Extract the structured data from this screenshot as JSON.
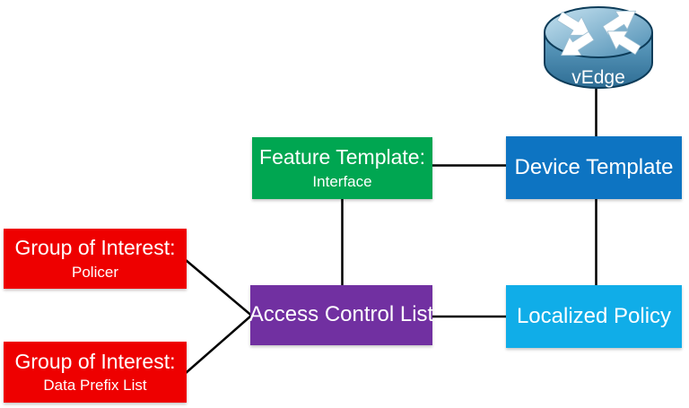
{
  "diagram": {
    "background": "#ffffff",
    "nodes": {
      "vedge": {
        "label": "vEdge",
        "icon": "router-icon"
      },
      "feature_template": {
        "title": "Feature Template:",
        "subtitle": "Interface",
        "color": "#00A651"
      },
      "device_template": {
        "title": "Device Template",
        "color": "#0D74C2"
      },
      "group_policer": {
        "title": "Group of Interest:",
        "subtitle": "Policer",
        "color": "#EE0000"
      },
      "group_data_prefix": {
        "title": "Group of Interest:",
        "subtitle": "Data Prefix List",
        "color": "#EE0000"
      },
      "access_control_list": {
        "title": "Access Control List",
        "color": "#7130A1"
      },
      "localized_policy": {
        "title": "Localized Policy",
        "color": "#10ADE8"
      }
    },
    "edges": [
      {
        "from": "vedge",
        "to": "device_template"
      },
      {
        "from": "feature_template",
        "to": "device_template"
      },
      {
        "from": "feature_template",
        "to": "access_control_list"
      },
      {
        "from": "device_template",
        "to": "localized_policy"
      },
      {
        "from": "access_control_list",
        "to": "localized_policy"
      },
      {
        "from": "group_policer",
        "to": "access_control_list"
      },
      {
        "from": "group_data_prefix",
        "to": "access_control_list"
      }
    ]
  }
}
